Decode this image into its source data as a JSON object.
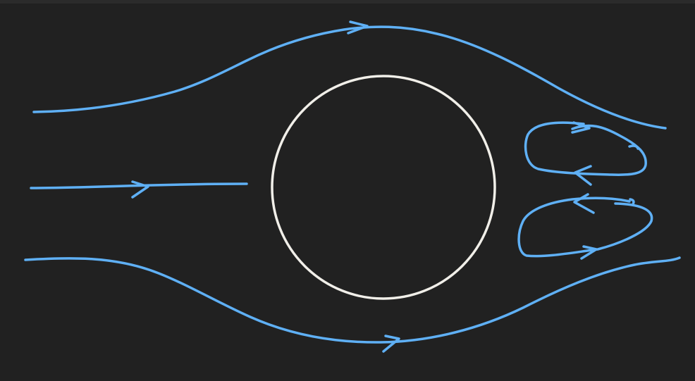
{
  "diagram": {
    "background_color": "#212121",
    "top_bar_color": "#2b2b2b",
    "streamline_color": "#5fb0f5",
    "obstacle_color": "#f1efe9",
    "elements": {
      "obstacle": "circle",
      "streamlines": [
        "upper-streamline",
        "middle-streamline",
        "lower-streamline"
      ],
      "wake_vortices": [
        "upper-vortex",
        "lower-vortex"
      ]
    }
  }
}
